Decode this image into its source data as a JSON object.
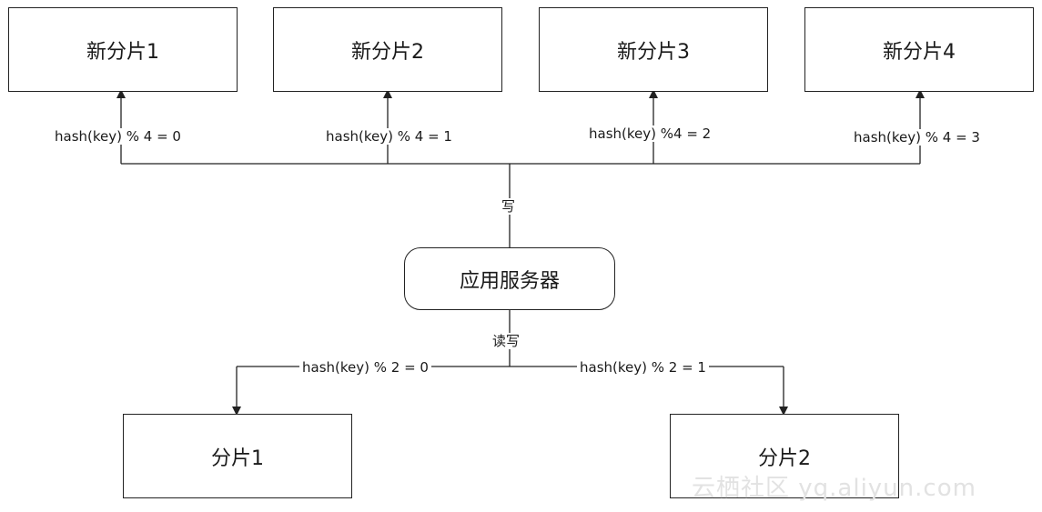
{
  "new_shards": [
    {
      "label": "新分片1",
      "rule": "hash(key) % 4 = 0"
    },
    {
      "label": "新分片2",
      "rule": "hash(key) % 4 = 1"
    },
    {
      "label": "新分片3",
      "rule": "hash(key) %4 = 2"
    },
    {
      "label": "新分片4",
      "rule": "hash(key) % 4 = 3"
    }
  ],
  "write_label": "写",
  "server_label": "应用服务器",
  "read_write_label": "读写",
  "old_shards": [
    {
      "label": "分片1",
      "rule": "hash(key) % 2 = 0"
    },
    {
      "label": "分片2",
      "rule": "hash(key) % 2 = 1"
    }
  ],
  "watermark": "云栖社区 yq.aliyun.com",
  "colors": {
    "line": "#222222",
    "text": "#1a1a1a",
    "watermark": "#e2e2e2"
  }
}
